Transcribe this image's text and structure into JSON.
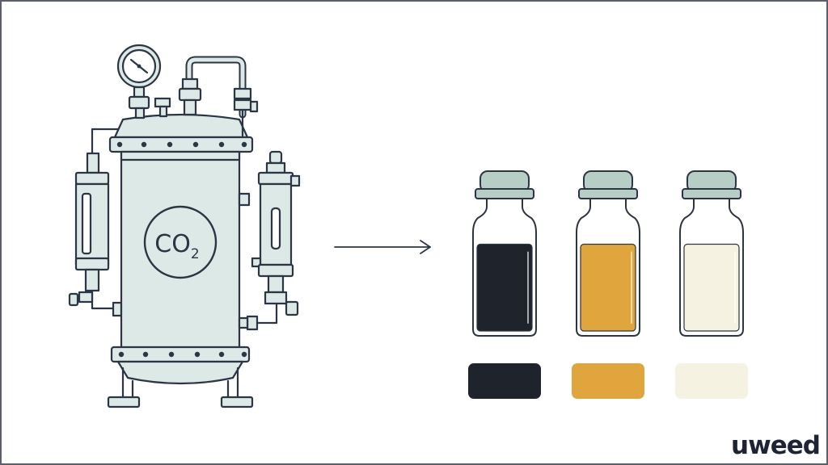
{
  "vessel": {
    "label_main": "CO",
    "label_sub": "2",
    "body_color": "#dde9e7",
    "outline_color": "#2b3544"
  },
  "process_arrow": {
    "icon": "arrow-right-icon"
  },
  "extracts": [
    {
      "name": "dark",
      "fill_color": "#1f232b",
      "fill_level": 0.84,
      "cap_color": "#b6cec6"
    },
    {
      "name": "amber",
      "fill_color": "#e0a53c",
      "fill_level": 0.84,
      "cap_color": "#b6cec6"
    },
    {
      "name": "clear",
      "fill_color": "#f6f2e1",
      "fill_level": 0.84,
      "cap_color": "#b6cec6"
    }
  ],
  "brand": {
    "logo_text": "weed"
  }
}
